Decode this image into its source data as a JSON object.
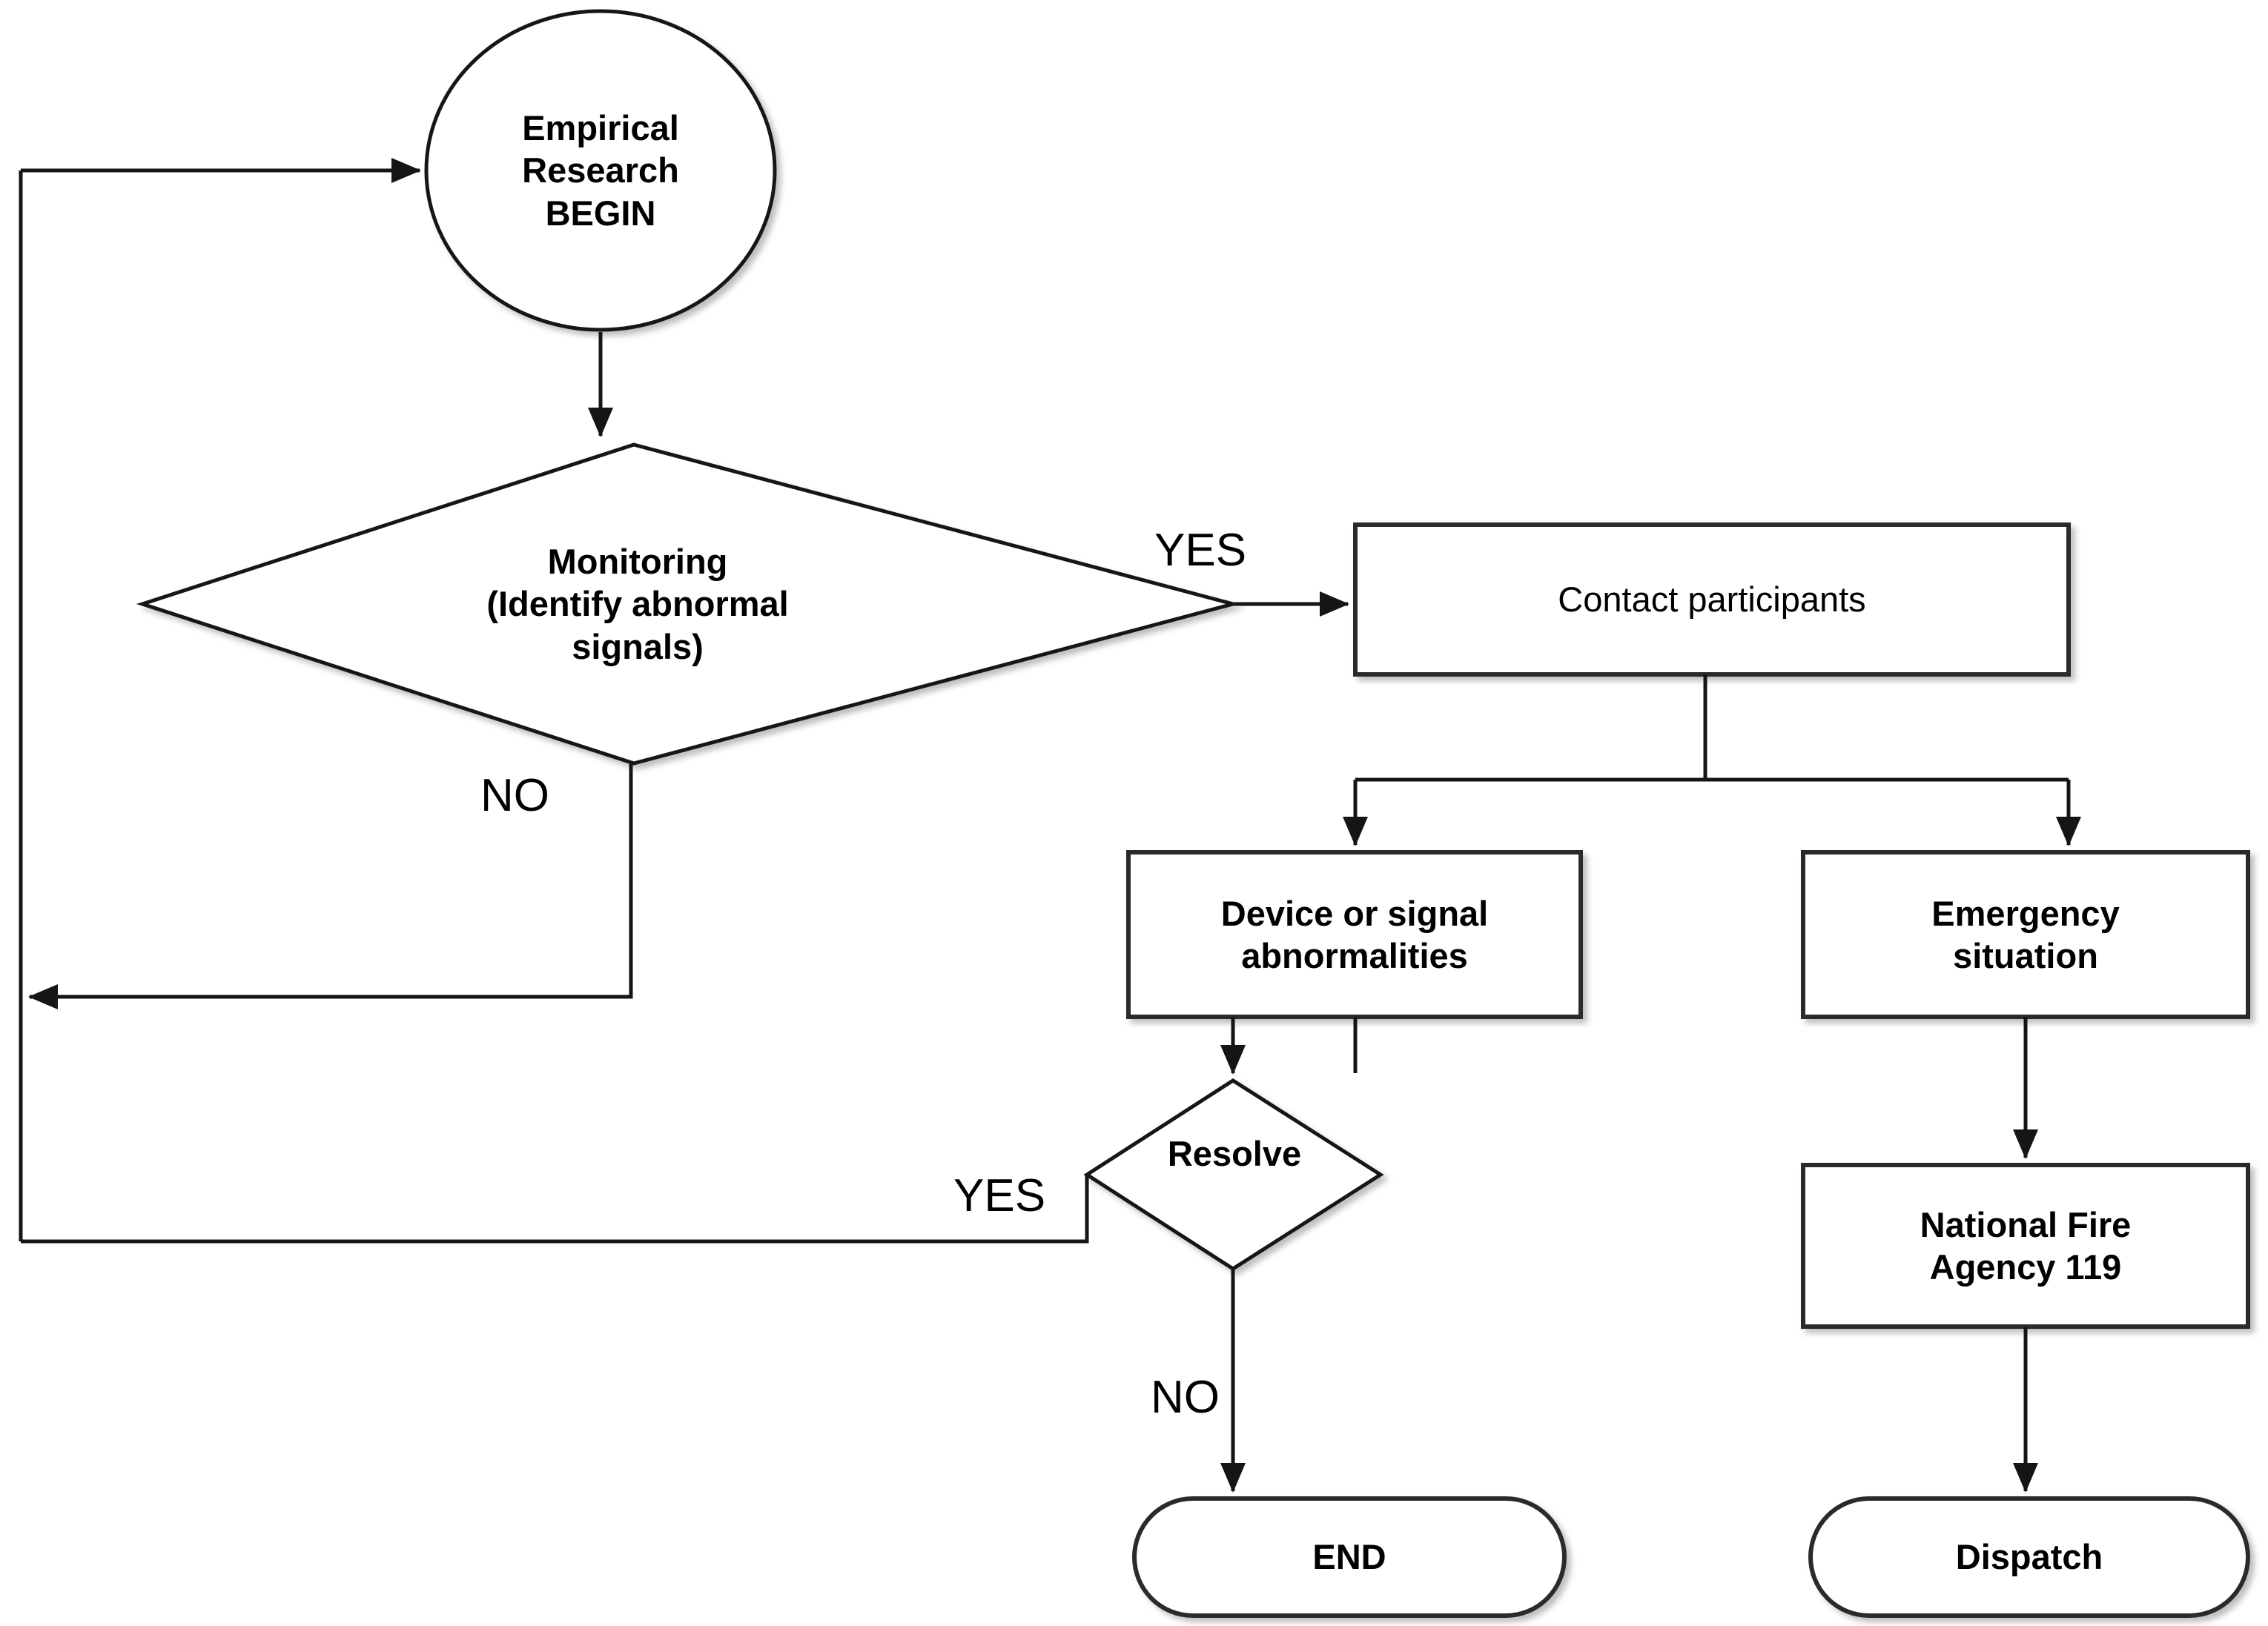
{
  "diagram": {
    "type": "flowchart",
    "title": "",
    "background_color": "#ffffff",
    "stroke_color": "#1a1a1a",
    "text_color": "#000000",
    "nodes": [
      {
        "id": "begin",
        "shape": "circle",
        "label": "Empirical\nResearch\nBEGIN",
        "bold": true
      },
      {
        "id": "monitoring",
        "shape": "diamond",
        "label": "Monitoring\n(Identify abnormal\nsignals)",
        "bold": true
      },
      {
        "id": "contact",
        "shape": "rectangle",
        "label": "Contact participants",
        "bold": false
      },
      {
        "id": "device",
        "shape": "rectangle",
        "label": "Device or signal\nabnormalities",
        "bold": true
      },
      {
        "id": "emergency",
        "shape": "rectangle",
        "label": "Emergency\nsituation",
        "bold": true
      },
      {
        "id": "resolve",
        "shape": "diamond",
        "label": "Resolve",
        "bold": true
      },
      {
        "id": "fire",
        "shape": "rectangle",
        "label": "National Fire\nAgency 119",
        "bold": true
      },
      {
        "id": "end",
        "shape": "stadium",
        "label": "END",
        "bold": true
      },
      {
        "id": "dispatch",
        "shape": "stadium",
        "label": "Dispatch",
        "bold": true
      }
    ],
    "edge_labels": [
      {
        "id": "monitoring-yes",
        "text": "YES"
      },
      {
        "id": "monitoring-no",
        "text": "NO"
      },
      {
        "id": "resolve-yes",
        "text": "YES"
      },
      {
        "id": "resolve-no",
        "text": "NO"
      }
    ],
    "edges": [
      {
        "from": "loop-return",
        "to": "begin",
        "label": ""
      },
      {
        "from": "begin",
        "to": "monitoring",
        "label": ""
      },
      {
        "from": "monitoring",
        "to": "contact",
        "label": "YES"
      },
      {
        "from": "monitoring",
        "to": "loop-return",
        "label": "NO"
      },
      {
        "from": "contact",
        "to": "device",
        "label": ""
      },
      {
        "from": "contact",
        "to": "emergency",
        "label": ""
      },
      {
        "from": "device",
        "to": "resolve",
        "label": ""
      },
      {
        "from": "resolve",
        "to": "loop-return",
        "label": "YES"
      },
      {
        "from": "resolve",
        "to": "end",
        "label": "NO"
      },
      {
        "from": "emergency",
        "to": "fire",
        "label": ""
      },
      {
        "from": "fire",
        "to": "dispatch",
        "label": ""
      }
    ]
  }
}
